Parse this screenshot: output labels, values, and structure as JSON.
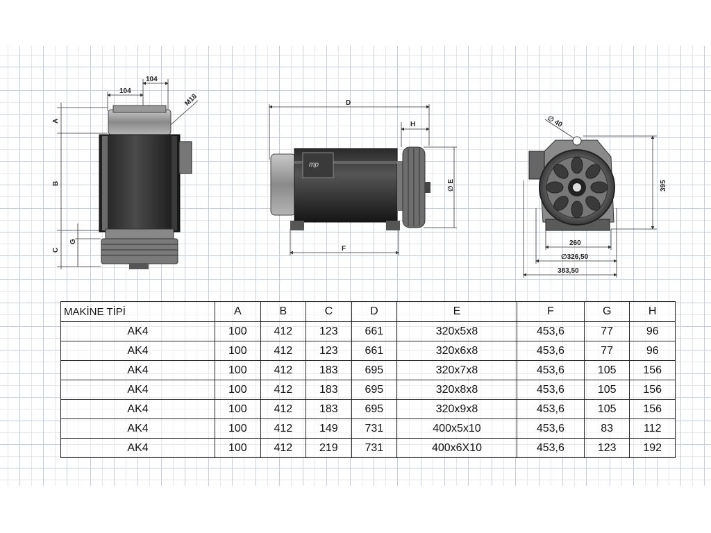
{
  "dimension_labels": {
    "top_104_a": "104",
    "top_104_b": "104",
    "thread": "M18",
    "left_A": "A",
    "left_B": "B",
    "left_C": "C",
    "left_G": "G",
    "side_D": "D",
    "side_H": "H",
    "side_E": "∅ E",
    "side_F": "F",
    "front_hole": "∅ 40",
    "front_395": "395",
    "front_260": "260",
    "front_326": "∅326,50",
    "front_383": "383,50"
  },
  "logo_text": "mp",
  "table": {
    "headers": [
      "MAKİNE TİPİ",
      "A",
      "B",
      "C",
      "D",
      "E",
      "F",
      "G",
      "H"
    ],
    "rows": [
      [
        "AK4",
        "100",
        "412",
        "123",
        "661",
        "320x5x8",
        "453,6",
        "77",
        "96"
      ],
      [
        "AK4",
        "100",
        "412",
        "123",
        "661",
        "320x6x8",
        "453,6",
        "77",
        "96"
      ],
      [
        "AK4",
        "100",
        "412",
        "183",
        "695",
        "320x7x8",
        "453,6",
        "105",
        "156"
      ],
      [
        "AK4",
        "100",
        "412",
        "183",
        "695",
        "320x8x8",
        "453,6",
        "105",
        "156"
      ],
      [
        "AK4",
        "100",
        "412",
        "183",
        "695",
        "320x9x8",
        "453,6",
        "105",
        "156"
      ],
      [
        "AK4",
        "100",
        "412",
        "149",
        "731",
        "400x5x10",
        "453,6",
        "83",
        "112"
      ],
      [
        "AK4",
        "100",
        "412",
        "219",
        "731",
        "400x6X10",
        "453,6",
        "123",
        "192"
      ]
    ]
  }
}
